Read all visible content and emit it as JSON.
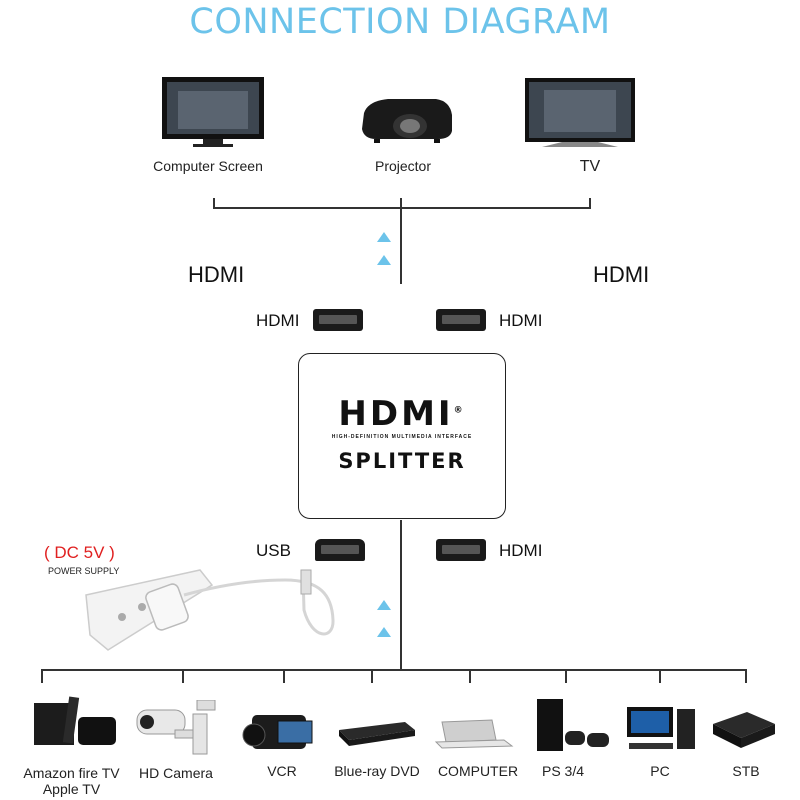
{
  "title": "CONNECTION DIAGRAM",
  "outputs": [
    {
      "label": "Computer Screen",
      "icon": "monitor-icon"
    },
    {
      "label": "Projector",
      "icon": "projector-icon"
    },
    {
      "label": "TV",
      "icon": "tv-icon"
    }
  ],
  "hdmi_left": "HDMI",
  "hdmi_right": "HDMI",
  "top_ports": {
    "left": "HDMI",
    "right": "HDMI"
  },
  "splitter": {
    "logo": "HDMI",
    "tagline": "HIGH-DEFINITION MULTIMEDIA INTERFACE",
    "label": "SPLITTER",
    "registered": "®"
  },
  "bottom_ports": {
    "left": "USB",
    "right": "HDMI"
  },
  "power": {
    "voltage": "( DC 5V )",
    "caption": "POWER SUPPLY"
  },
  "sources": [
    {
      "label": "Amazon fire TV\nApple TV",
      "icon": "streaming-box-icon"
    },
    {
      "label": "HD Camera",
      "icon": "camera-icon"
    },
    {
      "label": "VCR",
      "icon": "camcorder-icon"
    },
    {
      "label": "Blue-ray DVD",
      "icon": "bluray-player-icon"
    },
    {
      "label": "COMPUTER",
      "icon": "laptop-icon"
    },
    {
      "label": "PS 3/4",
      "icon": "console-icon"
    },
    {
      "label": "PC",
      "icon": "desktop-pc-icon"
    },
    {
      "label": "STB",
      "icon": "set-top-box-icon"
    }
  ],
  "colors": {
    "title": "#6cc3ea",
    "arrow": "#6cc3ea",
    "power": "#e02020"
  }
}
